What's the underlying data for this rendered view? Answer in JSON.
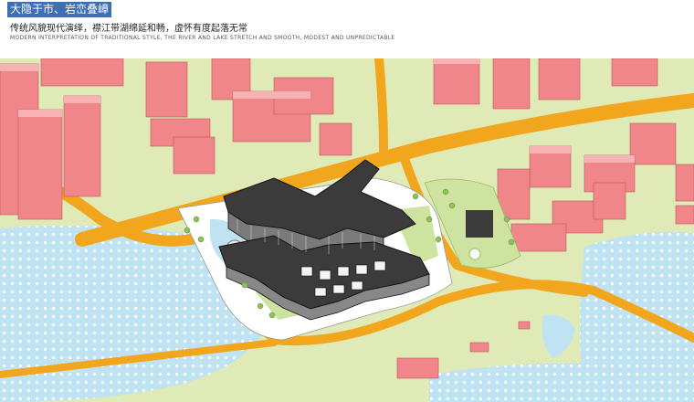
{
  "header": {
    "title": "大隐于市、岩峦叠嶂",
    "subtitle_cn": "传统风貌现代演绎，襟江带湖绵延和畅，虚怀有度起落无常",
    "subtitle_en": "MODERN INTERPRETATION OF TRADITIONAL STYLE, THE RIVER AND LAKE STRETCH AND SMOOTH, MODEST AND UNPREDICTABLE"
  },
  "palette": {
    "ground": "#dfeab6",
    "road": "#f2a61e",
    "building": "#f1868a",
    "building_top": "#f7b2b4",
    "water": "#bfe3f2",
    "highlight_roof": "#3b3b3b",
    "site_base": "#ffffff",
    "title_bg": "#3e6fb3"
  }
}
